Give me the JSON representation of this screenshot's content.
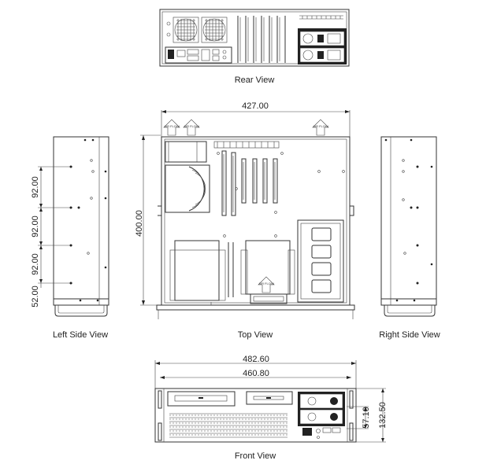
{
  "views": {
    "rear": "Rear View",
    "top": "Top View",
    "left_side": "Left Side View",
    "right_side": "Right Side View",
    "front": "Front View"
  },
  "dimensions": {
    "top_width": "427.00",
    "top_depth": "400.00",
    "front_overall_width": "482.60",
    "front_body_width": "460.80",
    "front_height": "132.50",
    "front_bay_height": "57.10",
    "side_spacing_1": "92.00",
    "side_spacing_2": "92.00",
    "side_spacing_3": "92.00",
    "side_bottom": "52.00"
  },
  "airflow_label": "AIR FLOW"
}
